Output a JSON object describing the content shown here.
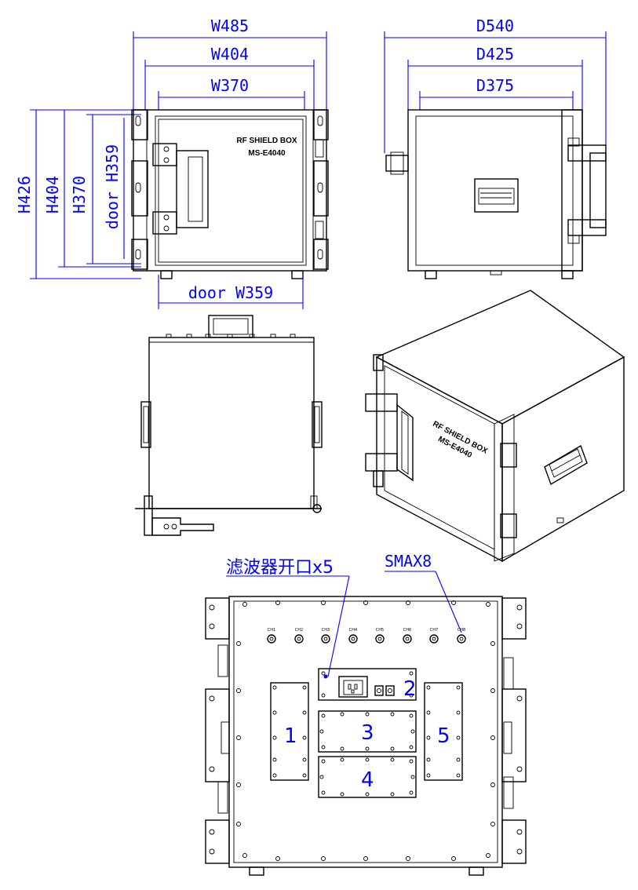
{
  "dimensions": {
    "width_outer": "W485",
    "width_body": "W404",
    "width_inner": "W370",
    "depth_outer": "D540",
    "depth_body": "D425",
    "depth_inner": "D375",
    "height_outer": "H426",
    "height_body": "H404",
    "height_inner": "H370",
    "door_height": "door H359",
    "door_width": "door W359"
  },
  "front_label": {
    "line1": "RF SHIELD BOX",
    "line2": "MS-E4040"
  },
  "iso_label": {
    "line1": "RF SHIELD BOX",
    "line2": "MS-E4040"
  },
  "callouts": {
    "filter": "滤波器开口x5",
    "sma": "SMAX8"
  },
  "connectors": [
    "CH1",
    "CH2",
    "CH3",
    "CH4",
    "CH5",
    "CH6",
    "CH7",
    "CH8"
  ],
  "panels": [
    "1",
    "2",
    "3",
    "4",
    "5"
  ]
}
